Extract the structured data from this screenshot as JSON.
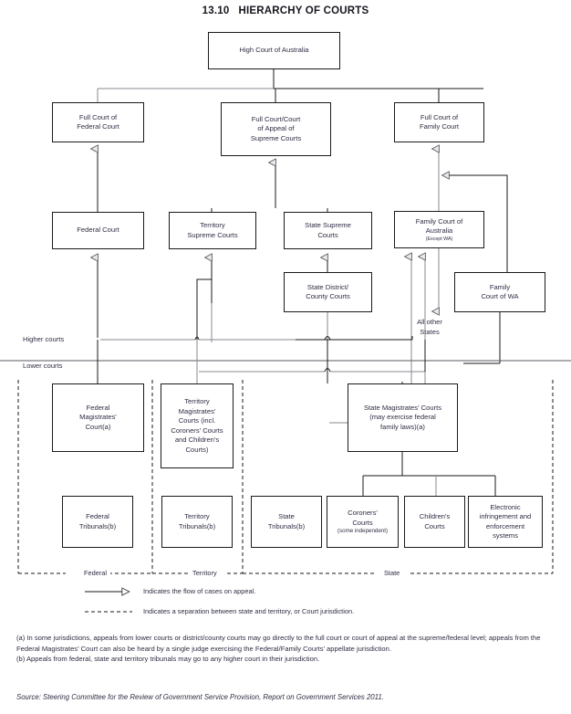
{
  "title": {
    "number": "13.10",
    "text": "HIERARCHY OF COURTS"
  },
  "boxes": {
    "high_court": "High Court of Australia",
    "full_court_federal": "Full Court of\nFederal Court",
    "full_court_appeal_supreme": "Full Court/Court\nof Appeal of\nSupreme Courts",
    "full_court_family": "Full Court of\nFamily Court",
    "federal_court": "Federal Court",
    "territory_supreme": "Territory\nSupreme Courts",
    "state_supreme": "State Supreme\nCourts",
    "family_court_aus": "Family Court of\nAustralia",
    "family_court_aus_sub": "(Except WA)",
    "state_district": "State District/\nCounty Courts",
    "family_court_wa": "Family\nCourt of WA",
    "federal_magistrates": "Federal\nMagistrates'\nCourt(a)",
    "territory_magistrates": "Territory\nMagistrates'\nCourts (incl.\nCoroners' Courts\nand Children's\nCourts)",
    "state_magistrates": "State Magistrates' Courts\n(may exercise federal\nfamily laws)(a)",
    "federal_tribunals": "Federal\nTribunals(b)",
    "territory_tribunals": "Territory\nTribunals(b)",
    "state_tribunals": "State\nTribunals(b)",
    "coroners_courts": "Coroners'\nCourts",
    "coroners_courts_sub": "(some independent)",
    "childrens_courts": "Children's\nCourts",
    "electronic_systems": "Electronic\ninfringement and\nenforcement\nsystems"
  },
  "annotations": {
    "all_other_states": "All other\nStates",
    "higher_courts": "Higher courts",
    "lower_courts": "Lower courts"
  },
  "jurisdictions": {
    "federal": "Federal",
    "territory": "Territory",
    "state": "State"
  },
  "legend": {
    "arrow_text": "Indicates the flow of cases on appeal.",
    "dashed_text": "Indicates a separation between state and territory, or Court jurisdiction."
  },
  "notes": {
    "a": "(a) In some jurisdictions, appeals from lower courts or district/county courts may go directly to the full court or court of appeal at the supreme/federal level; appeals from the Federal Magistrates’ Court can also be heard by a single judge exercising the Federal/Family Courts’ appellate jurisdiction.",
    "b": "(b) Appeals from federal, state and territory tribunals may go to any higher court in their jurisdiction."
  },
  "source": "Source: Steering Committee for the Review of Government Service Provision, Report on Government Services 2011.",
  "colors": {
    "line": "#1a1a1a",
    "line_grey": "#8a8a92",
    "text": "#2e2e44",
    "title": "#16161f"
  }
}
